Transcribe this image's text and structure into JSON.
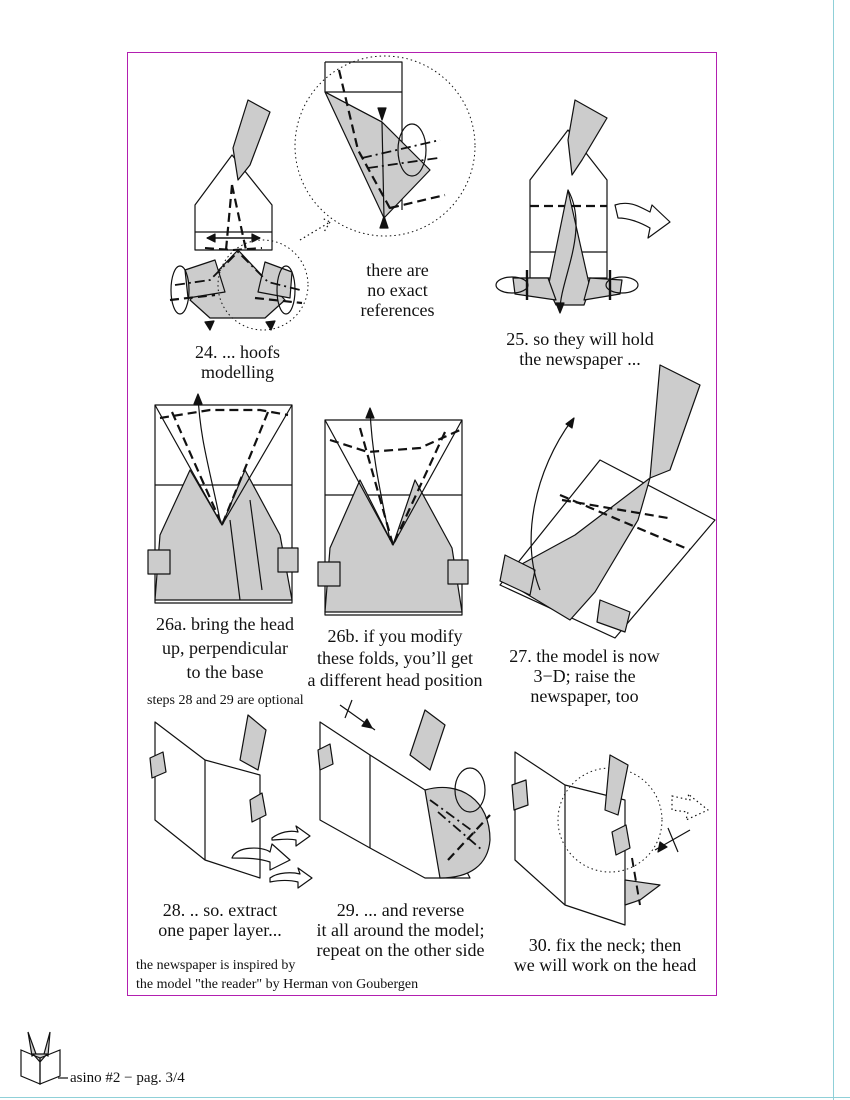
{
  "steps": [
    {
      "id": "24",
      "lines": [
        "24. ... hoofs",
        "modelling"
      ]
    },
    {
      "id": "24-note",
      "lines": [
        "there are",
        "no exact",
        "references"
      ]
    },
    {
      "id": "25",
      "lines": [
        "25. so they will hold",
        "the newspaper ..."
      ]
    },
    {
      "id": "26a",
      "lines": [
        "26a. bring the head",
        "up, perpendicular",
        "to the base"
      ]
    },
    {
      "id": "26b",
      "lines": [
        "26b. if you modify",
        "these folds, you’ll get",
        "a different head position"
      ]
    },
    {
      "id": "27",
      "lines": [
        "27. the model is now",
        "3−D; raise the",
        "newspaper, too"
      ]
    },
    {
      "id": "28",
      "lines": [
        "28. .. so. extract",
        "one paper layer..."
      ]
    },
    {
      "id": "29",
      "lines": [
        "29. ... and reverse",
        "it all around the model;",
        "repeat on the other side"
      ]
    },
    {
      "id": "30",
      "lines": [
        "30. fix the neck; then",
        "we will work on the head"
      ]
    }
  ],
  "optional_note": "steps 28 and 29 are optional",
  "credit": {
    "line1": "the newspaper is inspired by",
    "line2": "the model \"the reader\" by Herman von Goubergen"
  },
  "footer": "asino #2 − pag. 3/4",
  "colors": {
    "frame": "#b21fb0",
    "paper_fill": "#cccccc",
    "page_edge": "#8fd0d8"
  }
}
